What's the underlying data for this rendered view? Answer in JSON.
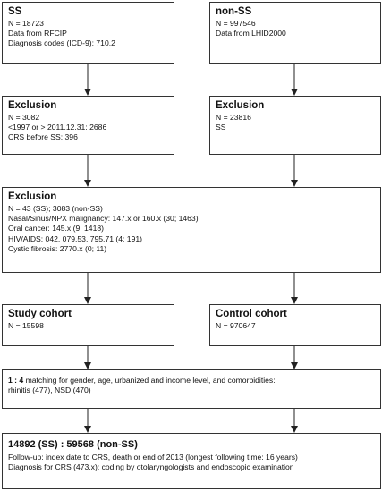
{
  "ss": {
    "title": "SS",
    "lines": [
      "N = 18723",
      "Data from RFCIP",
      "Diagnosis codes (ICD-9): 710.2"
    ]
  },
  "non_ss": {
    "title": "non-SS",
    "lines": [
      "N = 997546",
      "Data from LHID2000"
    ]
  },
  "exclusion_ss": {
    "title": "Exclusion",
    "lines": [
      "N = 3082",
      "<1997 or > 2011.12.31: 2686",
      "CRS before SS: 396"
    ]
  },
  "exclusion_non_ss": {
    "title": "Exclusion",
    "lines": [
      "N = 23816",
      "SS"
    ]
  },
  "exclusion_both": {
    "title": "Exclusion",
    "lines": [
      "N = 43 (SS); 3083 (non-SS)",
      "Nasal/Sinus/NPX malignancy: 147.x or 160.x (30; 1463)",
      "Oral cancer: 145.x (9; 1418)",
      "HIV/AIDS: 042, 079.53, 795.71 (4; 191)",
      "Cystic fibrosis: 2770.x (0; 11)"
    ]
  },
  "study_cohort": {
    "title": "Study cohort",
    "lines": [
      "N = 15598"
    ]
  },
  "control_cohort": {
    "title": "Control cohort",
    "lines": [
      "N = 970647"
    ]
  },
  "matching": {
    "ratio": "1 : 4",
    "text_line1": " matching for gender, age, urbanized and income level, and comorbidities:",
    "text_line2": "rhinitis (477), NSD (470)"
  },
  "final": {
    "title": "14892 (SS) : 59568 (non-SS)",
    "lines": [
      "Follow-up: index date to CRS, death or end of 2013 (longest following time: 16 years)",
      "Diagnosis for CRS (473.x): coding by otolaryngologists and endoscopic examination"
    ]
  }
}
